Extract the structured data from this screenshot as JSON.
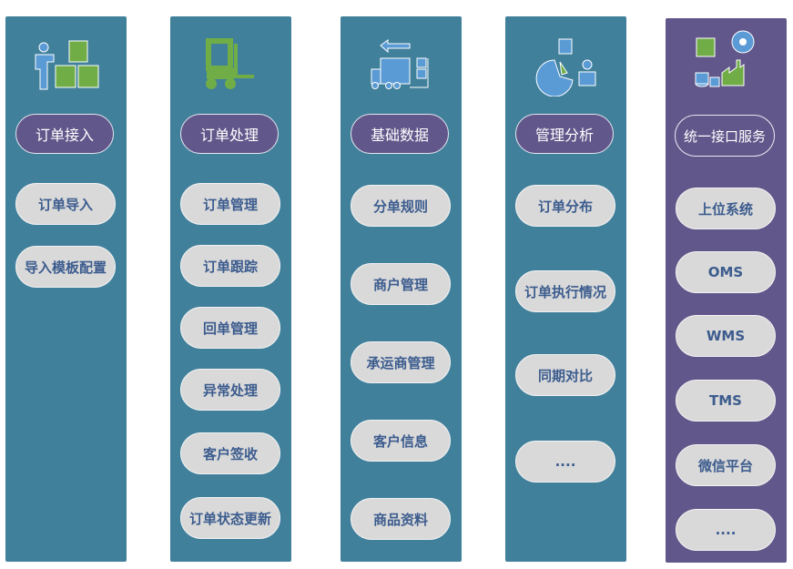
{
  "columns": [
    {
      "title": "订单接入",
      "icon": "person-boxes-icon",
      "items": [
        "订单导入",
        "导入模板配置"
      ]
    },
    {
      "title": "订单处理",
      "icon": "forklift-icon",
      "items": [
        "订单管理",
        "订单跟踪",
        "回单管理",
        "异常处理",
        "客户签收",
        "订单状态更新"
      ]
    },
    {
      "title": "基础数据",
      "icon": "truck-icon",
      "items": [
        "分单规则",
        "商户管理",
        "承运商管理",
        "客户信息",
        "商品资料"
      ]
    },
    {
      "title": "管理分析",
      "icon": "pie-chart-icon",
      "items": [
        "订单分布",
        "订单执行情况",
        "同期对比",
        "...."
      ]
    },
    {
      "title": "统一接口服务",
      "icon": "systems-icon",
      "items": [
        "上位系统",
        "OMS",
        "WMS",
        "TMS",
        "微信平台",
        "...."
      ]
    }
  ],
  "colors": {
    "teal": "#41809b",
    "purple": "#62578a",
    "pill": "#d9d9d9",
    "text": "#3c5c8e",
    "blue": "#5b9bd5",
    "green": "#70ad47"
  }
}
